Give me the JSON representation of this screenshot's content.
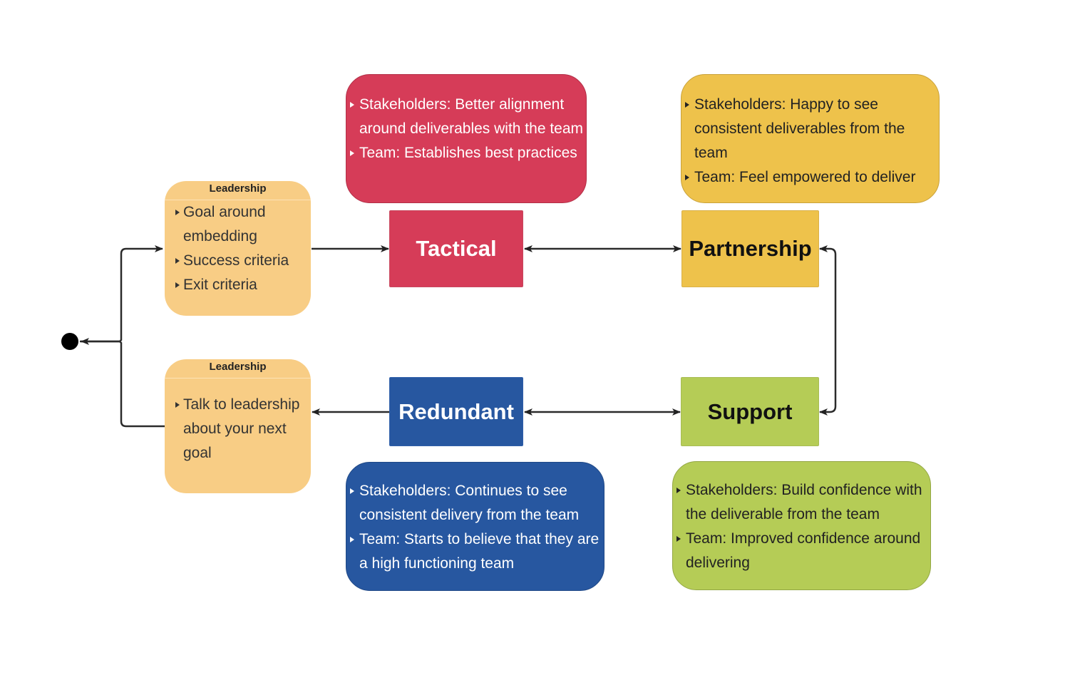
{
  "states": {
    "tactical": "Tactical",
    "partnership": "Partnership",
    "redundant": "Redundant",
    "support": "Support"
  },
  "leadership_top": {
    "title": "Leadership",
    "items": [
      "Goal around embedding",
      "Success criteria",
      "Exit criteria"
    ]
  },
  "leadership_bottom": {
    "title": "Leadership",
    "items": [
      "Talk to leadership about your next goal"
    ]
  },
  "tactical_note": {
    "items": [
      "Stakeholders: Better alignment around deliverables with the team",
      "Team: Establishes best practices"
    ]
  },
  "partnership_note": {
    "items": [
      "Stakeholders: Happy to see consistent deliverables from the team",
      "Team: Feel empowered to deliver"
    ]
  },
  "redundant_note": {
    "items": [
      "Stakeholders: Continues to see consistent delivery from the team",
      "Team: Starts to believe that they are a high functioning team"
    ]
  },
  "support_note": {
    "items": [
      "Stakeholders: Build confidence with the deliverable from the team",
      "Team: Improved confidence around delivering"
    ]
  },
  "colors": {
    "tactical": "#d63c58",
    "partnership": "#eec24b",
    "redundant": "#2757a0",
    "support": "#b5cc56",
    "leadership": "#f8cd85"
  }
}
